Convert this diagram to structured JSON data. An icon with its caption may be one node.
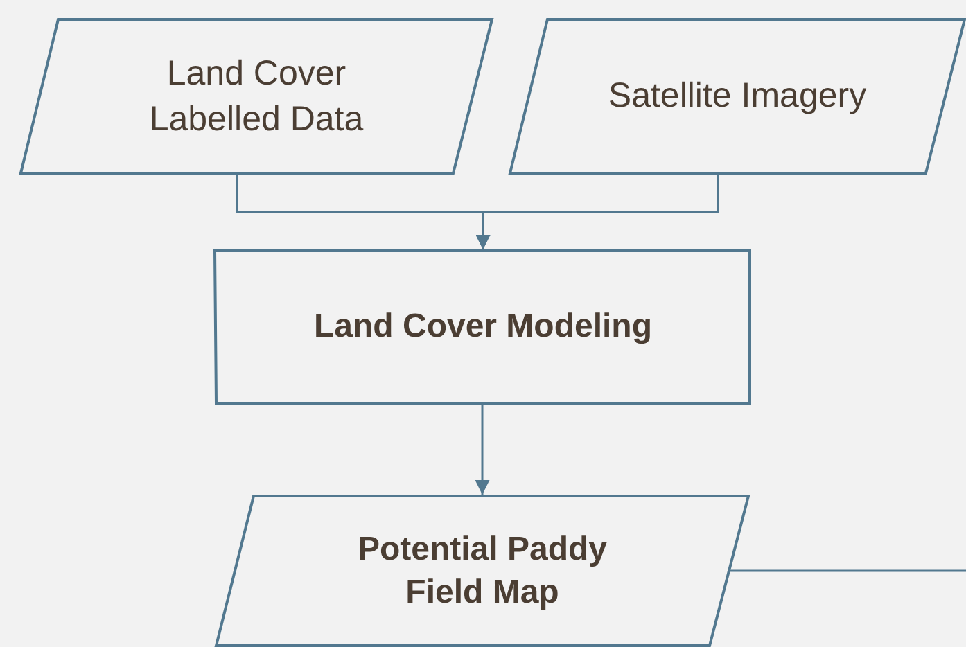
{
  "diagram": {
    "nodes": [
      {
        "text": [
          "Land Cover Labelled Data"
        ]
      },
      {
        "text": [
          "Satellite Imagery"
        ]
      },
      {
        "text": [
          "Land Cover Modeling"
        ]
      },
      {
        "text": [
          "Potential Paddy Field Map"
        ]
      }
    ],
    "edges": [
      {
        "from": 0,
        "to": 2,
        "arrow": "to"
      },
      {
        "from": 1,
        "to": 2,
        "arrow": "to"
      },
      {
        "from": 2,
        "to": 3,
        "arrow": "to"
      },
      {
        "from": 3,
        "to": null,
        "arrow": "none"
      }
    ]
  }
}
